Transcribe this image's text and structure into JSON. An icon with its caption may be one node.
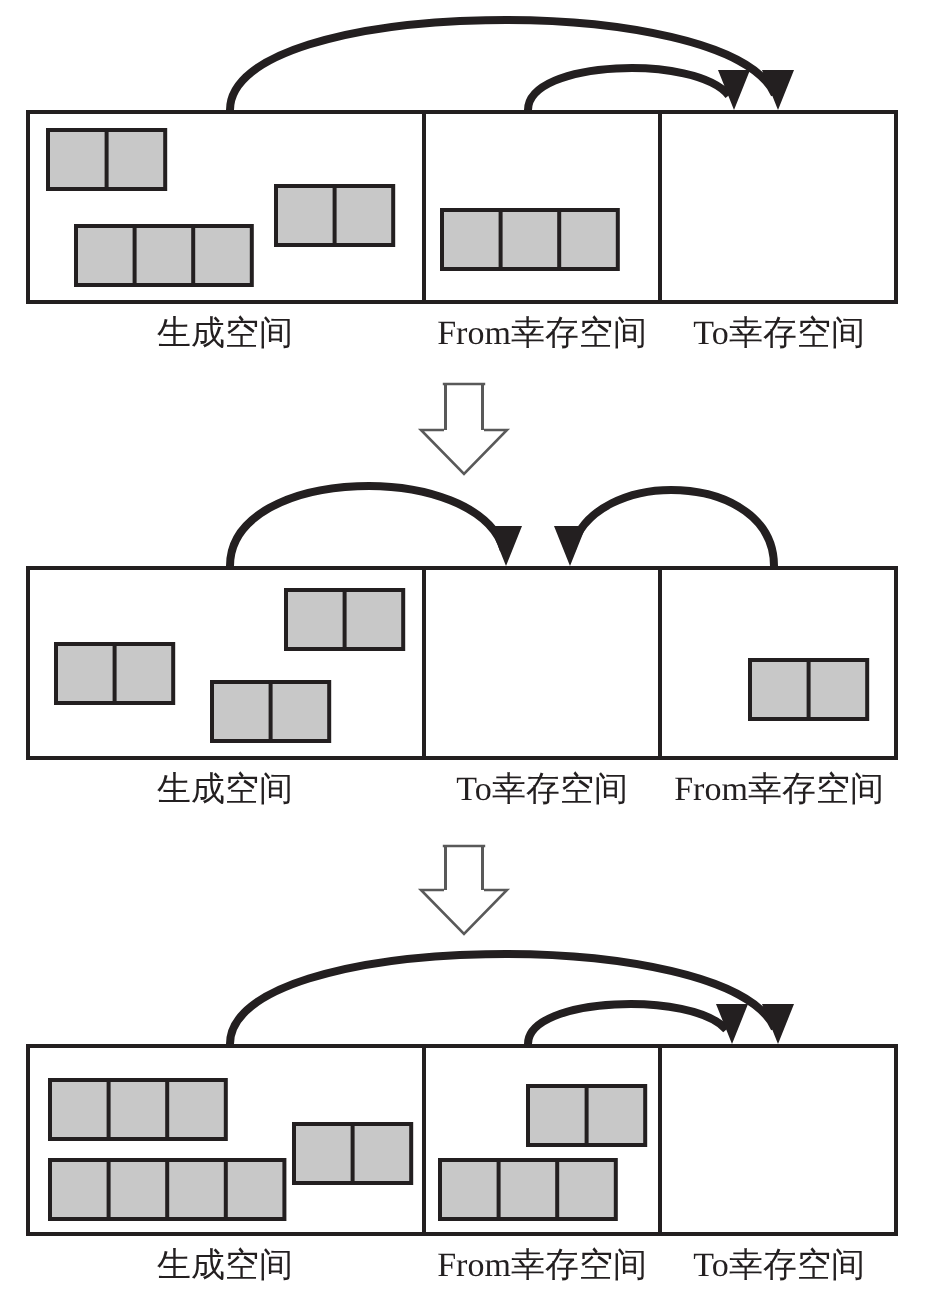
{
  "diagram": {
    "nodes": [
      {
        "text": [],
        "shape": "box"
      },
      {
        "text": [
          "生成空间"
        ],
        "in": 0
      },
      {
        "text": [
          "From幸存空间"
        ],
        "in": 0
      },
      {
        "text": [
          "To幸存空间"
        ],
        "in": 0
      },
      {
        "text": [],
        "shape": "box"
      },
      {
        "text": [
          "生成空间"
        ],
        "in": 4
      },
      {
        "text": [
          "To幸存空间"
        ],
        "in": 4
      },
      {
        "text": [
          "From幸存空间"
        ],
        "in": 4
      },
      {
        "text": [],
        "shape": "box"
      },
      {
        "text": [
          "生成空间"
        ],
        "in": 8
      },
      {
        "text": [
          "From幸存空间"
        ],
        "in": 8
      },
      {
        "text": [
          "To幸存空间"
        ],
        "in": 8
      }
    ],
    "edges": [
      {
        "from": 1,
        "to": 3,
        "arrow": "to"
      },
      {
        "from": 2,
        "to": 3,
        "arrow": "to"
      },
      {
        "from": 0,
        "to": 4,
        "arrow": "to",
        "color": "#595959"
      },
      {
        "from": 5,
        "to": 6,
        "arrow": "to"
      },
      {
        "from": 7,
        "to": 6,
        "arrow": "to"
      },
      {
        "from": 4,
        "to": 8,
        "arrow": "to",
        "color": "#595959"
      },
      {
        "from": 9,
        "to": 11,
        "arrow": "to"
      },
      {
        "from": 10,
        "to": 11,
        "arrow": "to"
      }
    ]
  }
}
